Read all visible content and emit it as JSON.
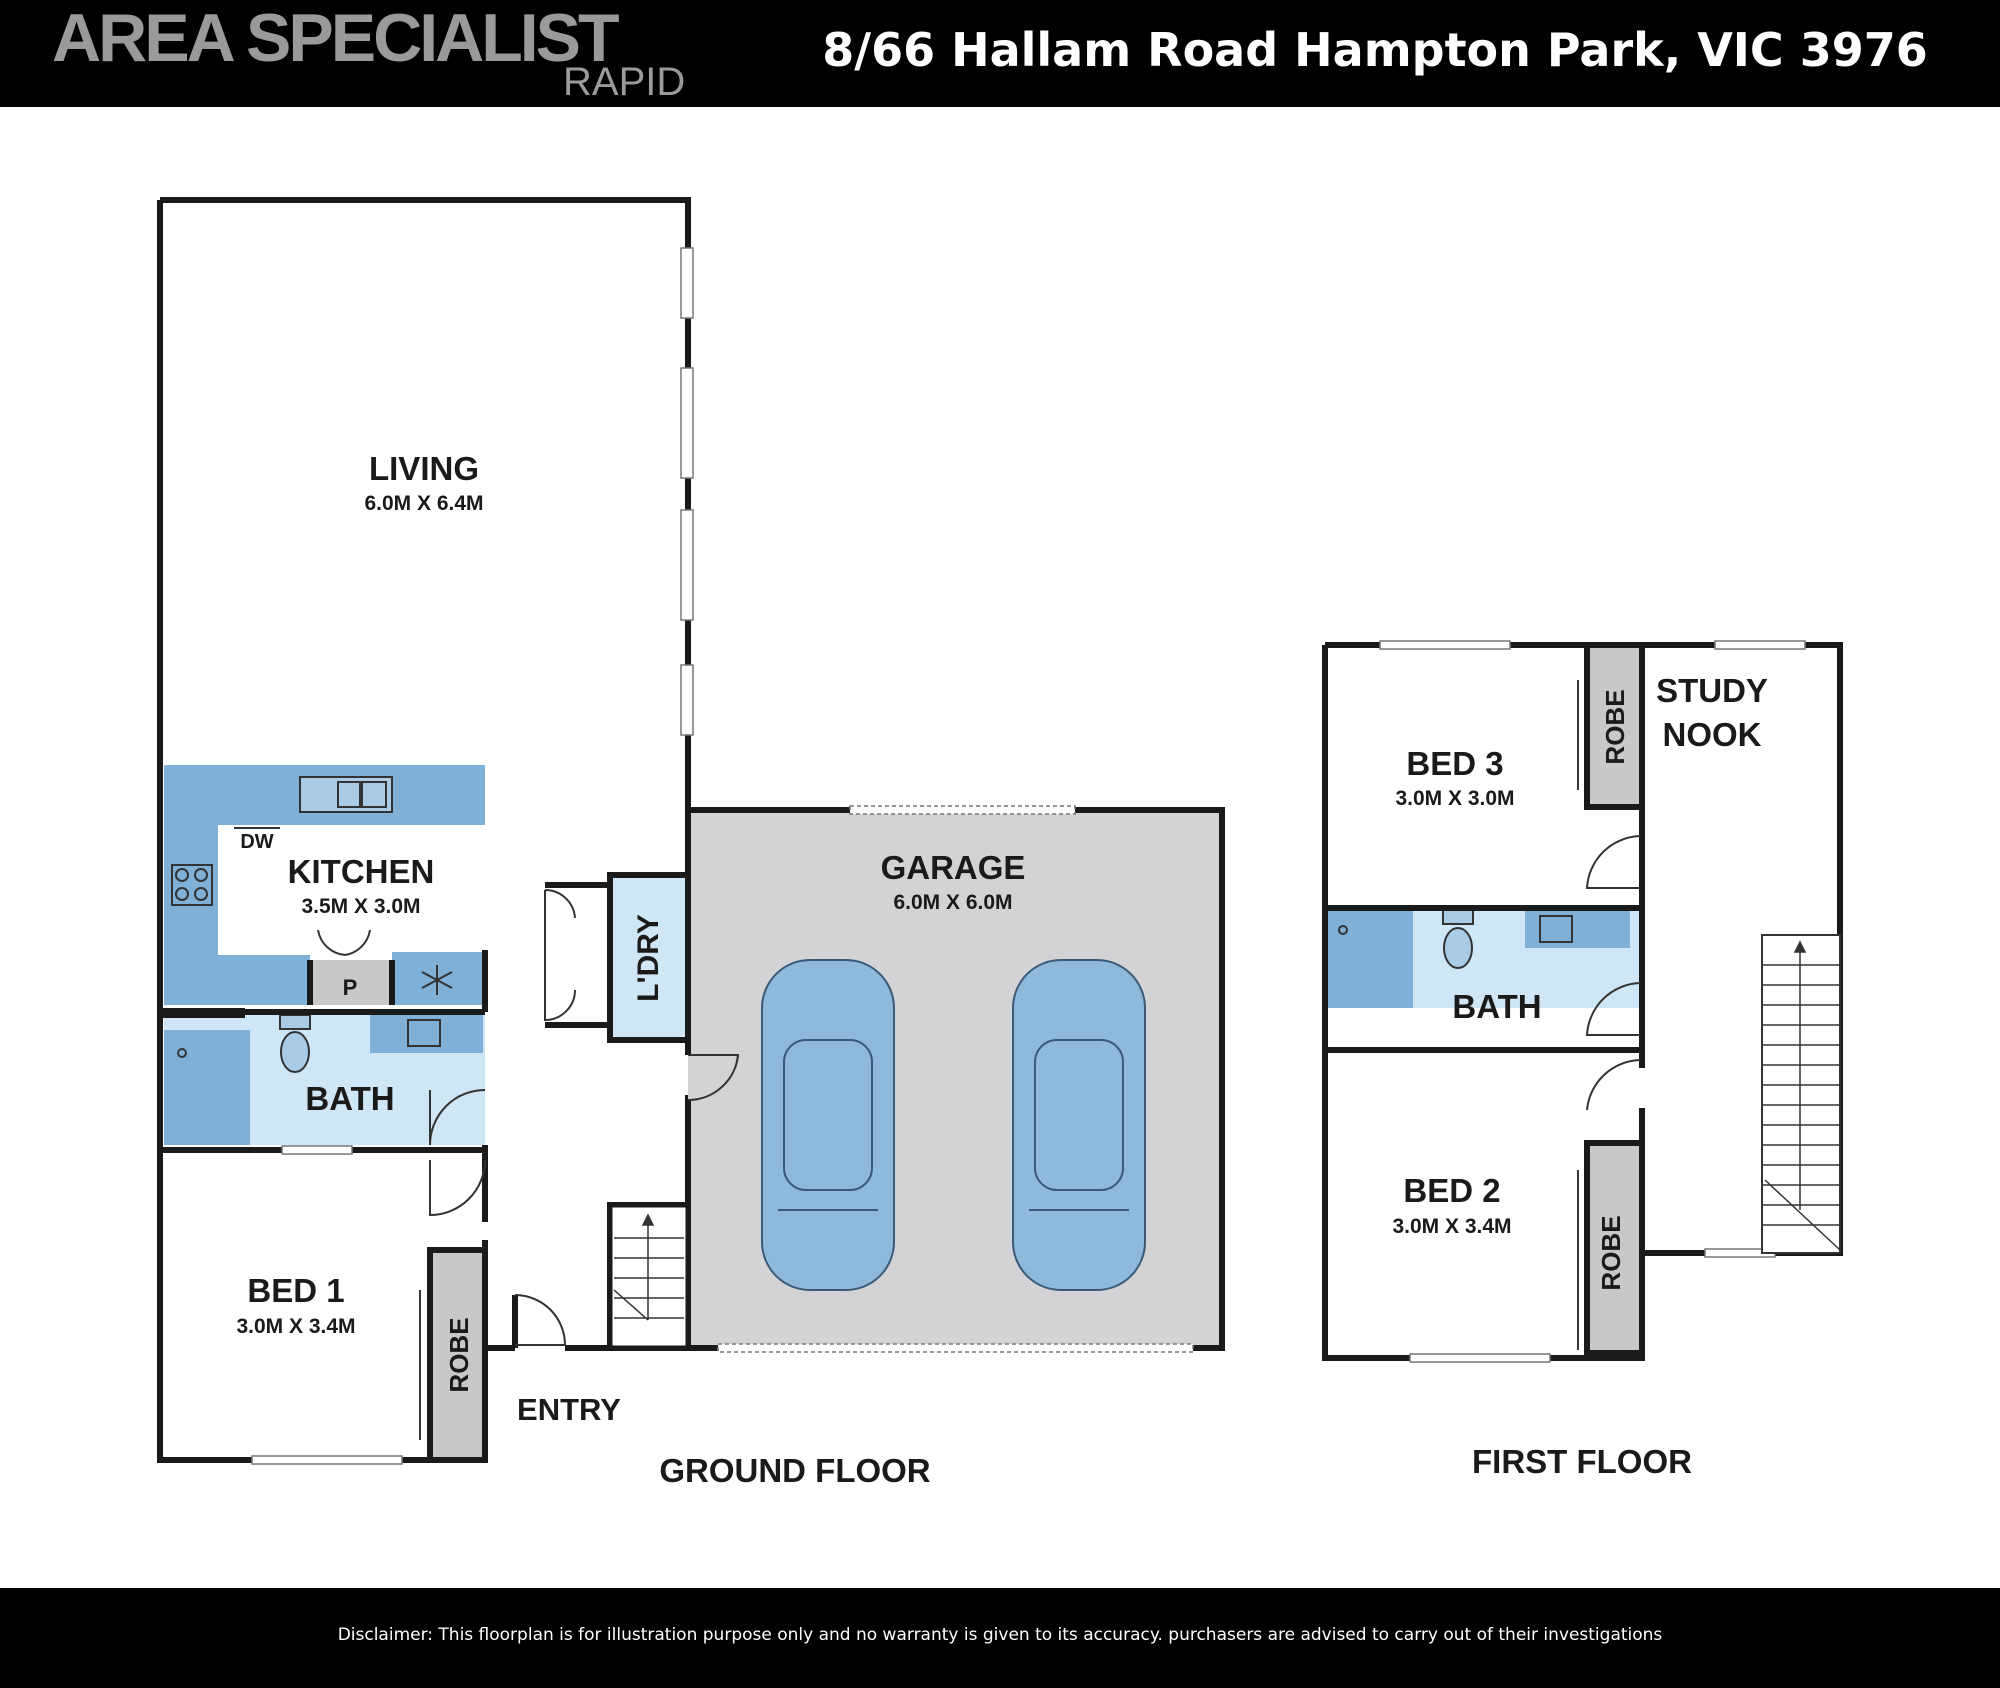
{
  "header": {
    "logo_main": "AREA SPECIALIST",
    "logo_sub": "RAPID",
    "address": "8/66 Hallam Road Hampton Park, VIC 3976"
  },
  "colors": {
    "wall": "#1a1a1a",
    "wet_area": "#cfe6f6",
    "cabinetry": "#7fb0d8",
    "garage_floor": "#d3d3d6",
    "robe": "#c8c8c8",
    "car": "#8fb9db"
  },
  "ground_floor": {
    "title": "GROUND FLOOR",
    "living": {
      "name": "LIVING",
      "size": "6.0M X 6.4M"
    },
    "kitchen": {
      "name": "KITCHEN",
      "size": "3.5M X 3.0M",
      "dw": "DW",
      "pantry": "P"
    },
    "bath": {
      "name": "BATH"
    },
    "bed1": {
      "name": "BED 1",
      "size": "3.0M X 3.4M",
      "robe": "ROBE"
    },
    "laundry": {
      "name": "L'DRY"
    },
    "garage": {
      "name": "GARAGE",
      "size": "6.0M X 6.0M"
    },
    "entry": {
      "name": "ENTRY"
    }
  },
  "first_floor": {
    "title": "FIRST FLOOR",
    "bed3": {
      "name": "BED 3",
      "size": "3.0M X 3.0M",
      "robe": "ROBE"
    },
    "study_line1": "STUDY",
    "study_line2": "NOOK",
    "bath": {
      "name": "BATH"
    },
    "bed2": {
      "name": "BED 2",
      "size": "3.0M X 3.4M",
      "robe": "ROBE"
    }
  },
  "footer": {
    "disclaimer": "Disclaimer: This floorplan is for illustration purpose only and no warranty is given to its accuracy. purchasers are advised to carry out of their investigations"
  }
}
